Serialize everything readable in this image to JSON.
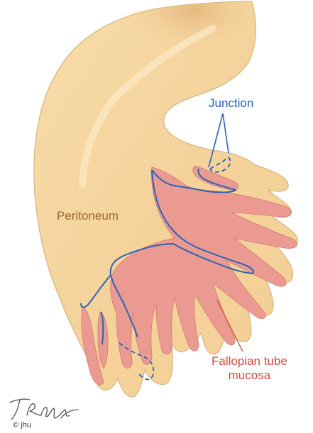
{
  "colors": {
    "background": "#ffffff",
    "peritoneum_fill": "#f6d7a0",
    "peritoneum_shade": "#e9c68e",
    "peritoneum_outline": "#d9b47e",
    "mucosa_fill": "#eb9a92",
    "mucosa_outline": "#d98279",
    "junction_line": "#2a63b5",
    "pointer_line": "#d05a4e",
    "label_junction": "#2a63b5",
    "label_peritoneum": "#9a6a2a",
    "label_mucosa": "#d04a3e",
    "credit": "#333333"
  },
  "labels": {
    "junction": "Junction",
    "peritoneum": "Peritoneum",
    "mucosa_line1": "Fallopian tube",
    "mucosa_line2": "mucosa"
  },
  "credit": {
    "copyright": "© jhu"
  }
}
